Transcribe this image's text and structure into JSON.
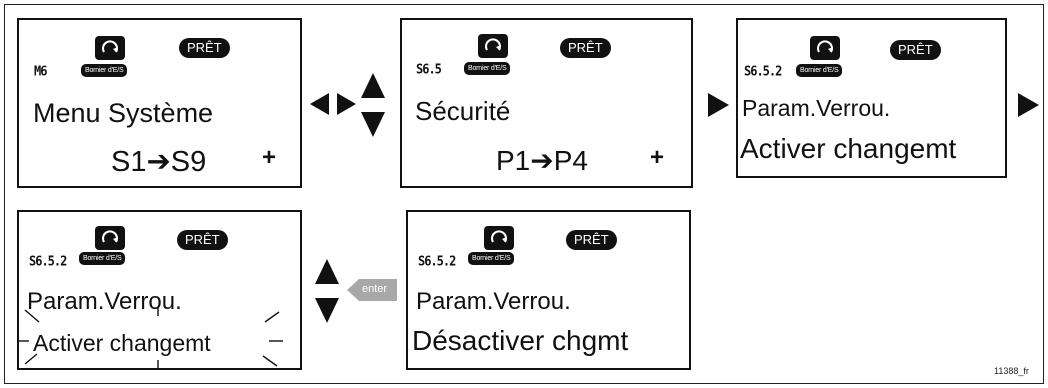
{
  "panels": [
    {
      "code": "M6",
      "line1": "Menu Système",
      "line2": "S1➔S9",
      "plus": "+",
      "pret": "PRÊT",
      "bornier": "Bornier d'E/S"
    },
    {
      "code": "S6.5",
      "line1": "Sécurité",
      "line2": "P1➔P4",
      "plus": "+",
      "pret": "PRÊT",
      "bornier": "Bornier d'E/S"
    },
    {
      "code": "S6.5.2",
      "line1": "Param.Verrou.",
      "line2": "Activer changemt",
      "pret": "PRÊT",
      "bornier": "Bornier d'E/S"
    },
    {
      "code": "S6.5.2",
      "line1": "Param.Verrou.",
      "line2": "Activer changemt",
      "pret": "PRÊT",
      "bornier": "Bornier d'E/S"
    },
    {
      "code": "S6.5.2",
      "line1": "Param.Verrou.",
      "line2": "Désactiver chgmt",
      "pret": "PRÊT",
      "bornier": "Bornier d'E/S"
    }
  ],
  "enter_label": "enter",
  "figure_id": "11388_fr",
  "colors": {
    "lcd_text": "#111111",
    "enter_arrow": "#a8a8a8",
    "frame": "#222222"
  }
}
